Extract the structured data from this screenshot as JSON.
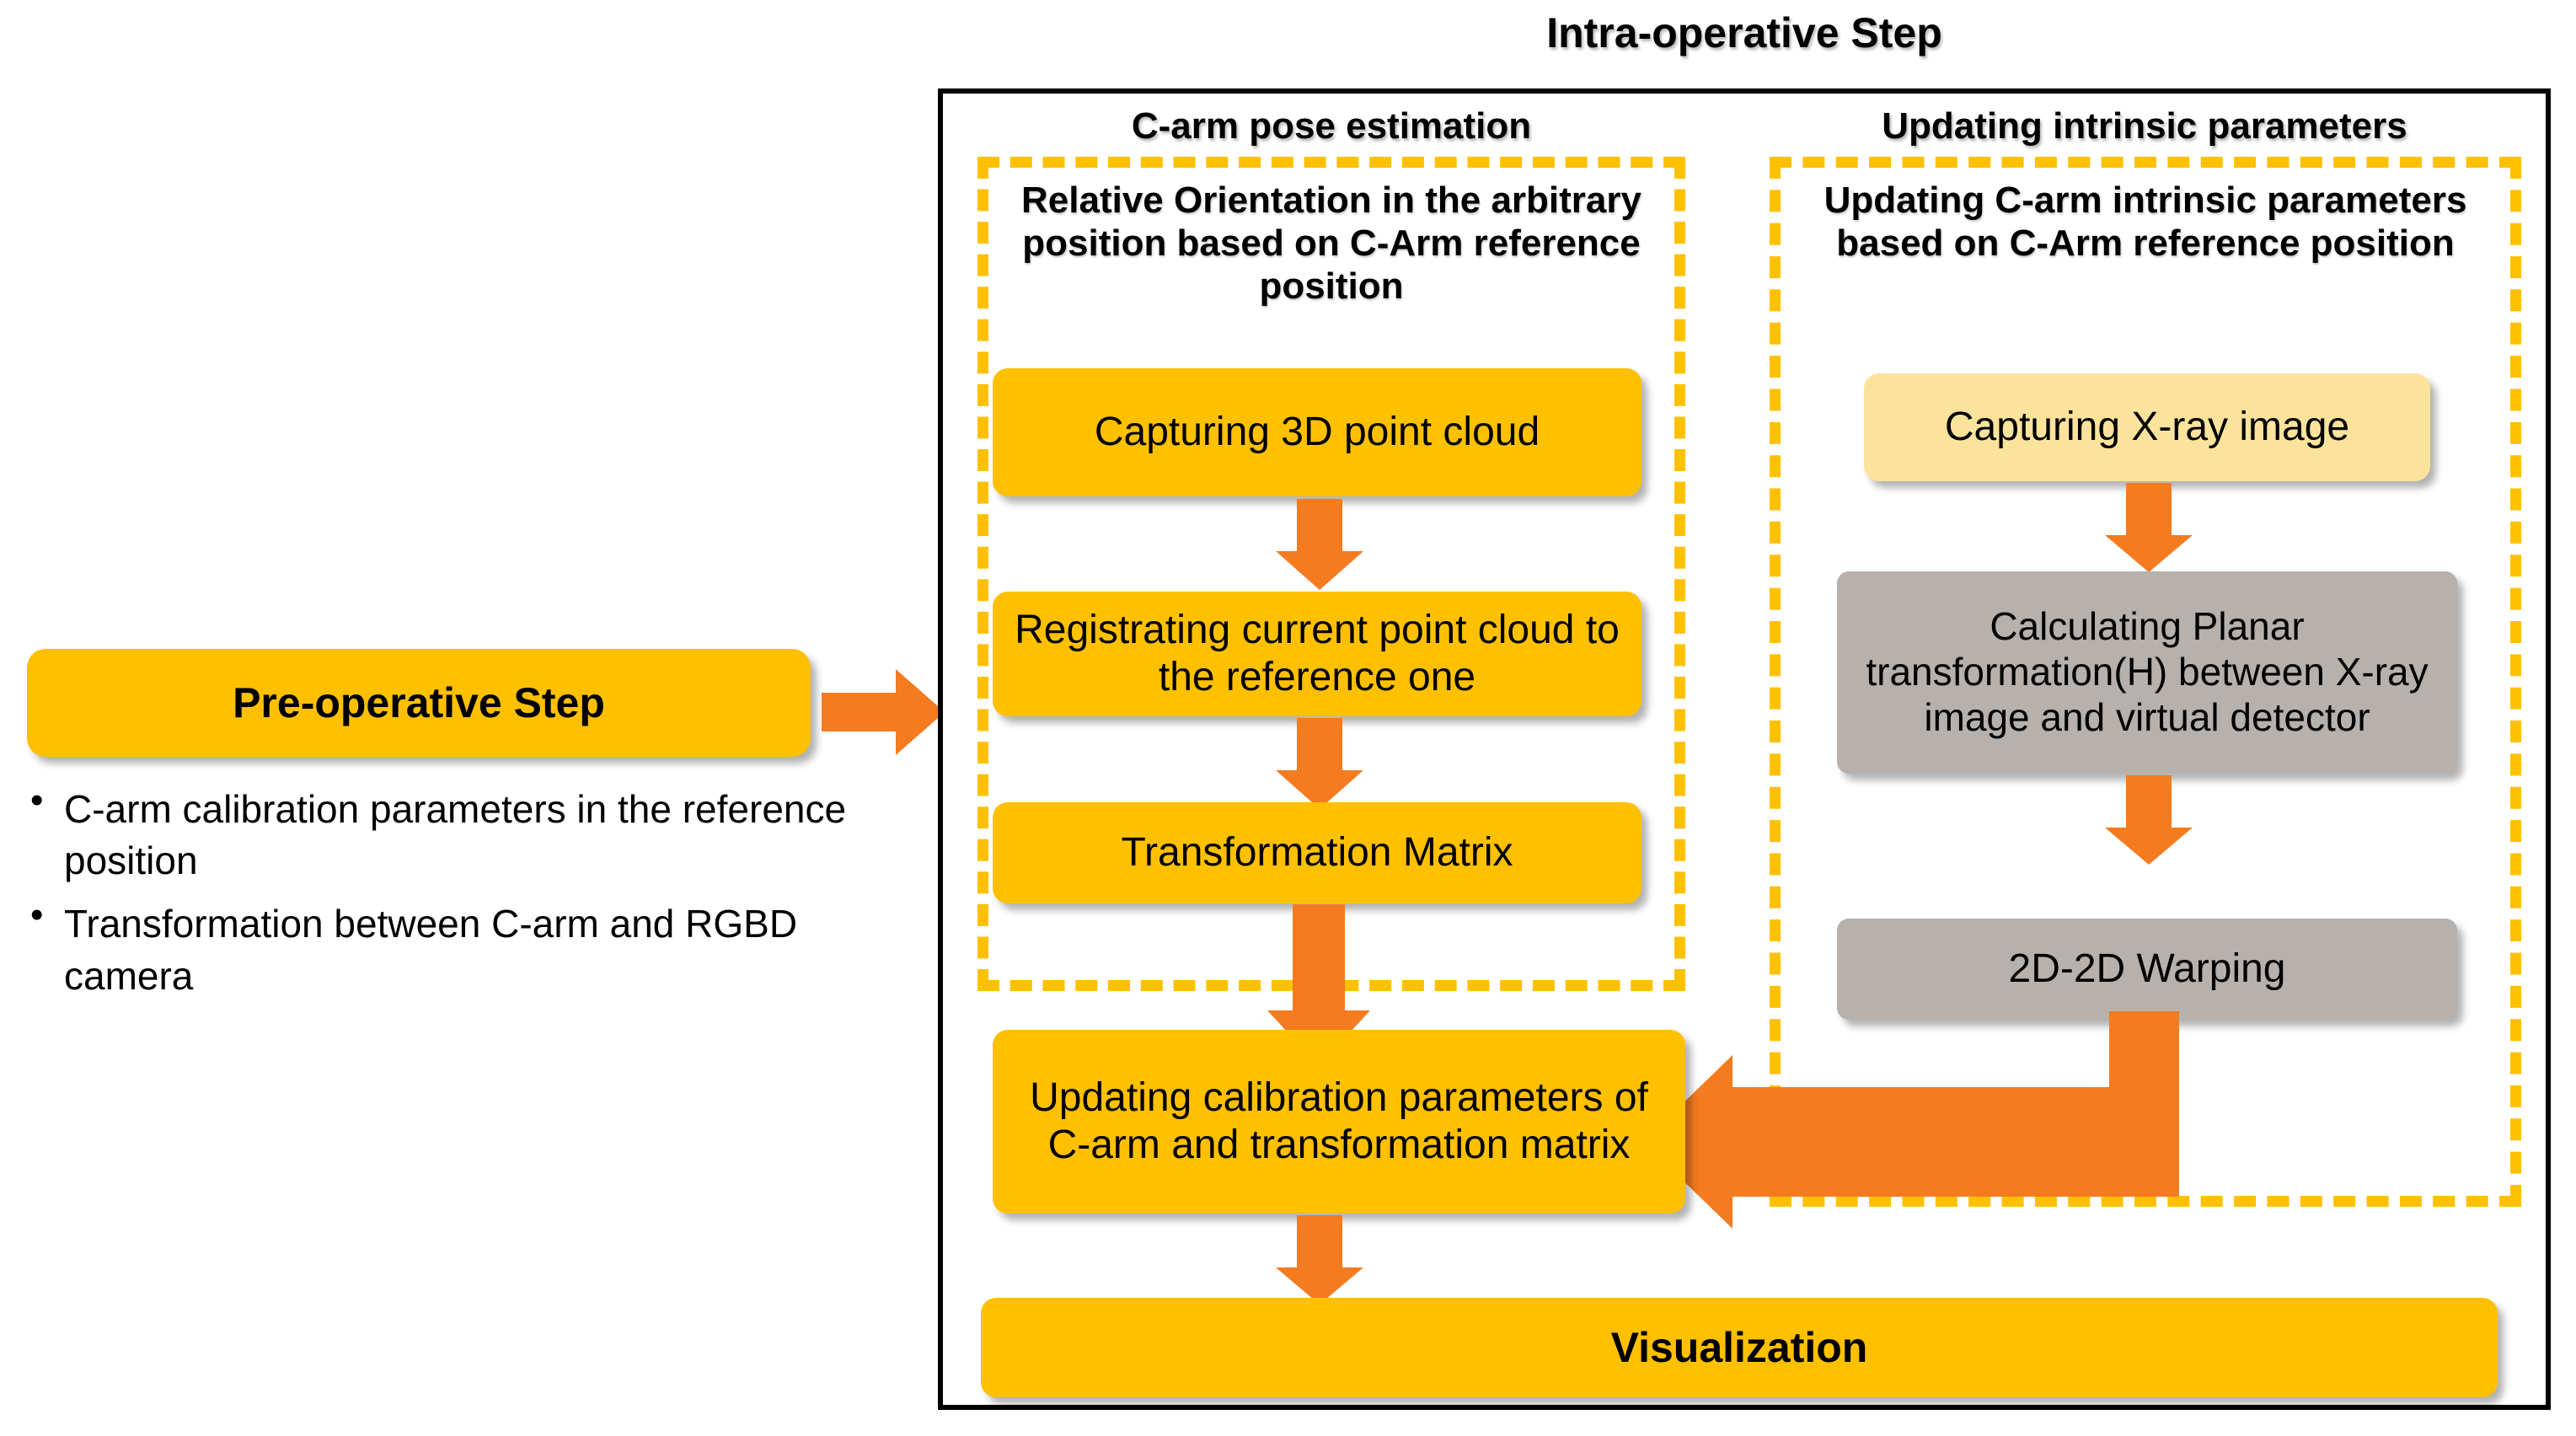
{
  "diagram": {
    "title_pre": "Pre-operative Step",
    "title_intra": "Intra-operative Step",
    "column_headers": {
      "left": "C-arm pose estimation",
      "right": "Updating intrinsic parameters"
    },
    "group_captions": {
      "left": "Relative Orientation in the arbitrary position based on C-Arm reference position",
      "right": "Updating C-arm intrinsic parameters based on C-Arm reference position"
    },
    "pre_operative": {
      "box_label": "Pre-operative Step",
      "bullets": [
        "C-arm calibration parameters in the reference position",
        "Transformation between C-arm and RGBD camera"
      ]
    },
    "left_column_boxes": [
      {
        "label": "Capturing 3D point cloud",
        "fill": "#FFC000"
      },
      {
        "label": "Registrating current point cloud to the reference one",
        "fill": "#FFC000"
      },
      {
        "label": "Transformation Matrix",
        "fill": "#FFC000"
      }
    ],
    "right_column_boxes": [
      {
        "label": "Capturing X-ray image",
        "fill": "#FCE39C"
      },
      {
        "label": "Calculating Planar transformation(H) between X-ray image and virtual detector",
        "fill": "#B6B1AD"
      },
      {
        "label": "2D-2D Warping",
        "fill": "#B6B1AD"
      }
    ],
    "merge_box": {
      "label": "Updating calibration parameters of C-arm and transformation matrix",
      "fill": "#FFC000"
    },
    "final_box": {
      "label": "Visualization",
      "fill": "#FFC000"
    },
    "colors": {
      "gold": "#FFC000",
      "light_gold": "#FCE39C",
      "grey": "#B6B1AD",
      "orange_arrow": "#F47B20",
      "frame_black": "#000000",
      "background": "#FFFFFF"
    },
    "arrows": [
      {
        "name": "pre-to-intra",
        "direction": "right"
      },
      {
        "name": "capture-cloud-to-registrating",
        "direction": "down"
      },
      {
        "name": "registrating-to-transformation-matrix",
        "direction": "down"
      },
      {
        "name": "transformation-matrix-to-merge",
        "direction": "down"
      },
      {
        "name": "xray-to-planar",
        "direction": "down"
      },
      {
        "name": "planar-to-warping",
        "direction": "down"
      },
      {
        "name": "warping-to-merge",
        "direction": "elbow-left"
      },
      {
        "name": "merge-to-visualization",
        "direction": "down"
      }
    ]
  }
}
